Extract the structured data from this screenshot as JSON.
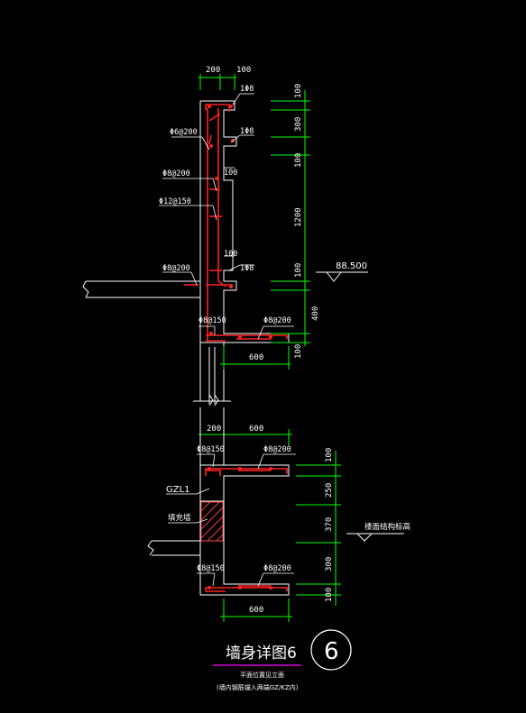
{
  "colors": {
    "background": "#000000",
    "outline": "#ffffff",
    "rebar": "#ff2020",
    "dimension": "#00ff00",
    "hatch": "#ff3b3b",
    "title_underline": "#ff00ff"
  },
  "upper_detail": {
    "top_dims": [
      "200",
      "100"
    ],
    "labels": {
      "bar_top": "1Φ8",
      "bar_mid": "1Φ8",
      "bar_low": "1Φ8",
      "stirrup_a": "Φ6@200",
      "stirrup_b": "Φ8@200",
      "vertical": "Φ12@150",
      "stirrup_c": "Φ8@200",
      "tie_left": "Φ8@150",
      "tie_right": "Φ8@200",
      "ledge_100_a": "100",
      "ledge_100_b": "100"
    },
    "right_dims": [
      "100",
      "300",
      "100",
      "1200",
      "100",
      "400",
      "100"
    ],
    "bottom_dim": "600",
    "elevation": "88.500"
  },
  "lower_detail": {
    "top_dims": [
      "200",
      "600"
    ],
    "labels": {
      "tie_left_top": "Φ8@150",
      "tie_right_top": "Φ8@200",
      "column": "GZL1",
      "infill": "填充墙",
      "tie_left_bottom": "Φ8@150",
      "tie_right_bottom": "Φ8@200"
    },
    "right_dims": [
      "100",
      "250",
      "370",
      "300",
      "100"
    ],
    "bottom_dim": "600",
    "elevation_note": "楼面结构标高"
  },
  "title_block": {
    "title": "墙身详图6",
    "subtitle1": "平面位置见立面",
    "subtitle2": "(墙内钢筋锚入两端GZ/KZ内)",
    "number": "6"
  }
}
